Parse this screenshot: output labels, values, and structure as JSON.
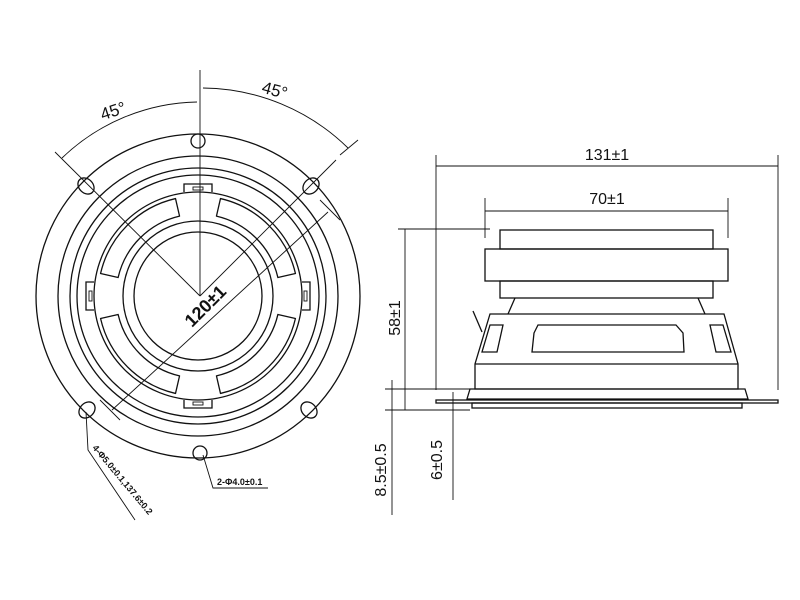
{
  "front_view": {
    "angle_left": "45°",
    "angle_right": "45°",
    "diameter": "120±1",
    "mount_holes_note": "4-Φ5.0±0.1,137.6±0.2",
    "small_holes_note": "2-Φ4.0±0.1"
  },
  "side_view": {
    "overall_width": "131±1",
    "magnet_width": "70±1",
    "depth": "58±1",
    "flange_offset": "8.5±0.5",
    "flange_thickness": "6±0.5"
  }
}
